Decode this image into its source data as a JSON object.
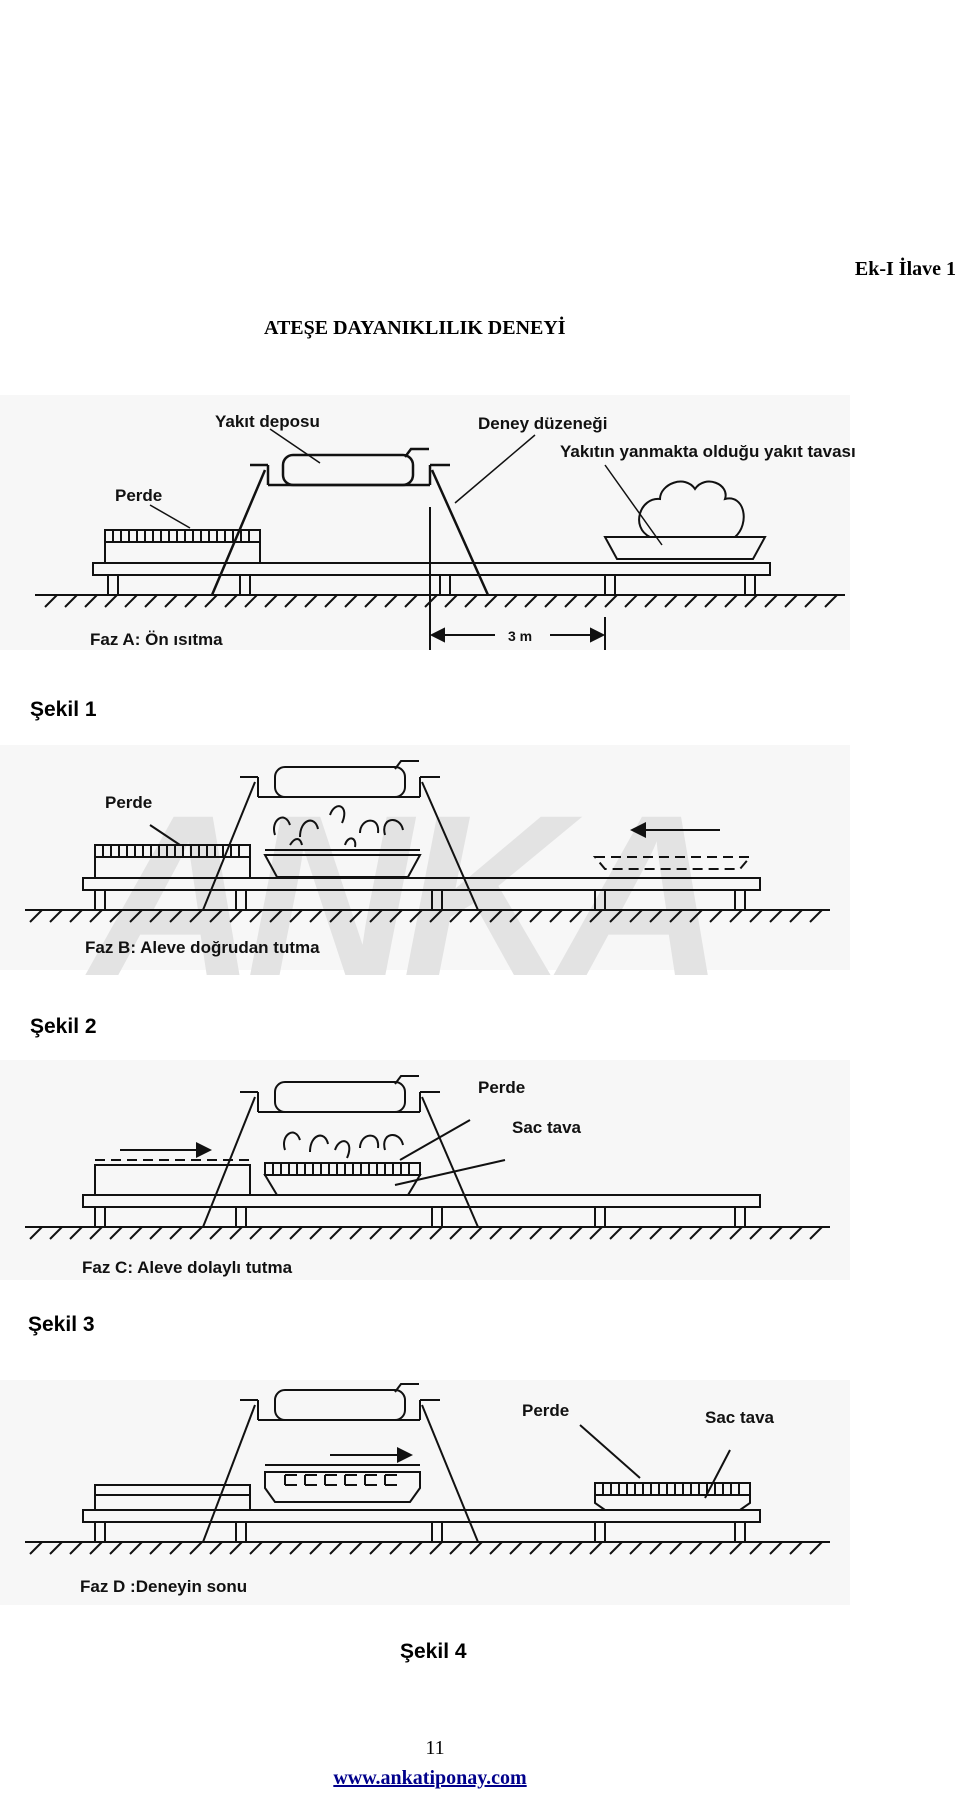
{
  "header": {
    "annex": "Ek-I  İlave 1",
    "title": "ATEŞE DAYANIKLILIK DENEYİ"
  },
  "watermark": "ANKA",
  "figures": [
    {
      "caption": "Faz A: Ön ısıtma",
      "figure_label": "Şekil 1",
      "labels": {
        "tank": "Yakıt deposu",
        "rig": "Deney düzeneği",
        "burning_tray": "Yakıtın yanmakta olduğu yakıt tavası",
        "screen": "Perde",
        "distance": "3 m"
      }
    },
    {
      "caption": "Faz B: Aleve doğrudan tutma",
      "figure_label": "Şekil 2",
      "labels": {
        "screen": "Perde"
      }
    },
    {
      "caption": "Faz C: Aleve dolaylı tutma",
      "figure_label": "Şekil 3",
      "labels": {
        "screen": "Perde",
        "sheet_tray": "Sac tava"
      }
    },
    {
      "caption": "Faz D :Deneyin sonu",
      "figure_label": "Şekil 4",
      "labels": {
        "screen": "Perde",
        "sheet_tray": "Sac tava"
      }
    }
  ],
  "footer": {
    "page_number": "11",
    "website": "www.ankatiponay.com"
  }
}
